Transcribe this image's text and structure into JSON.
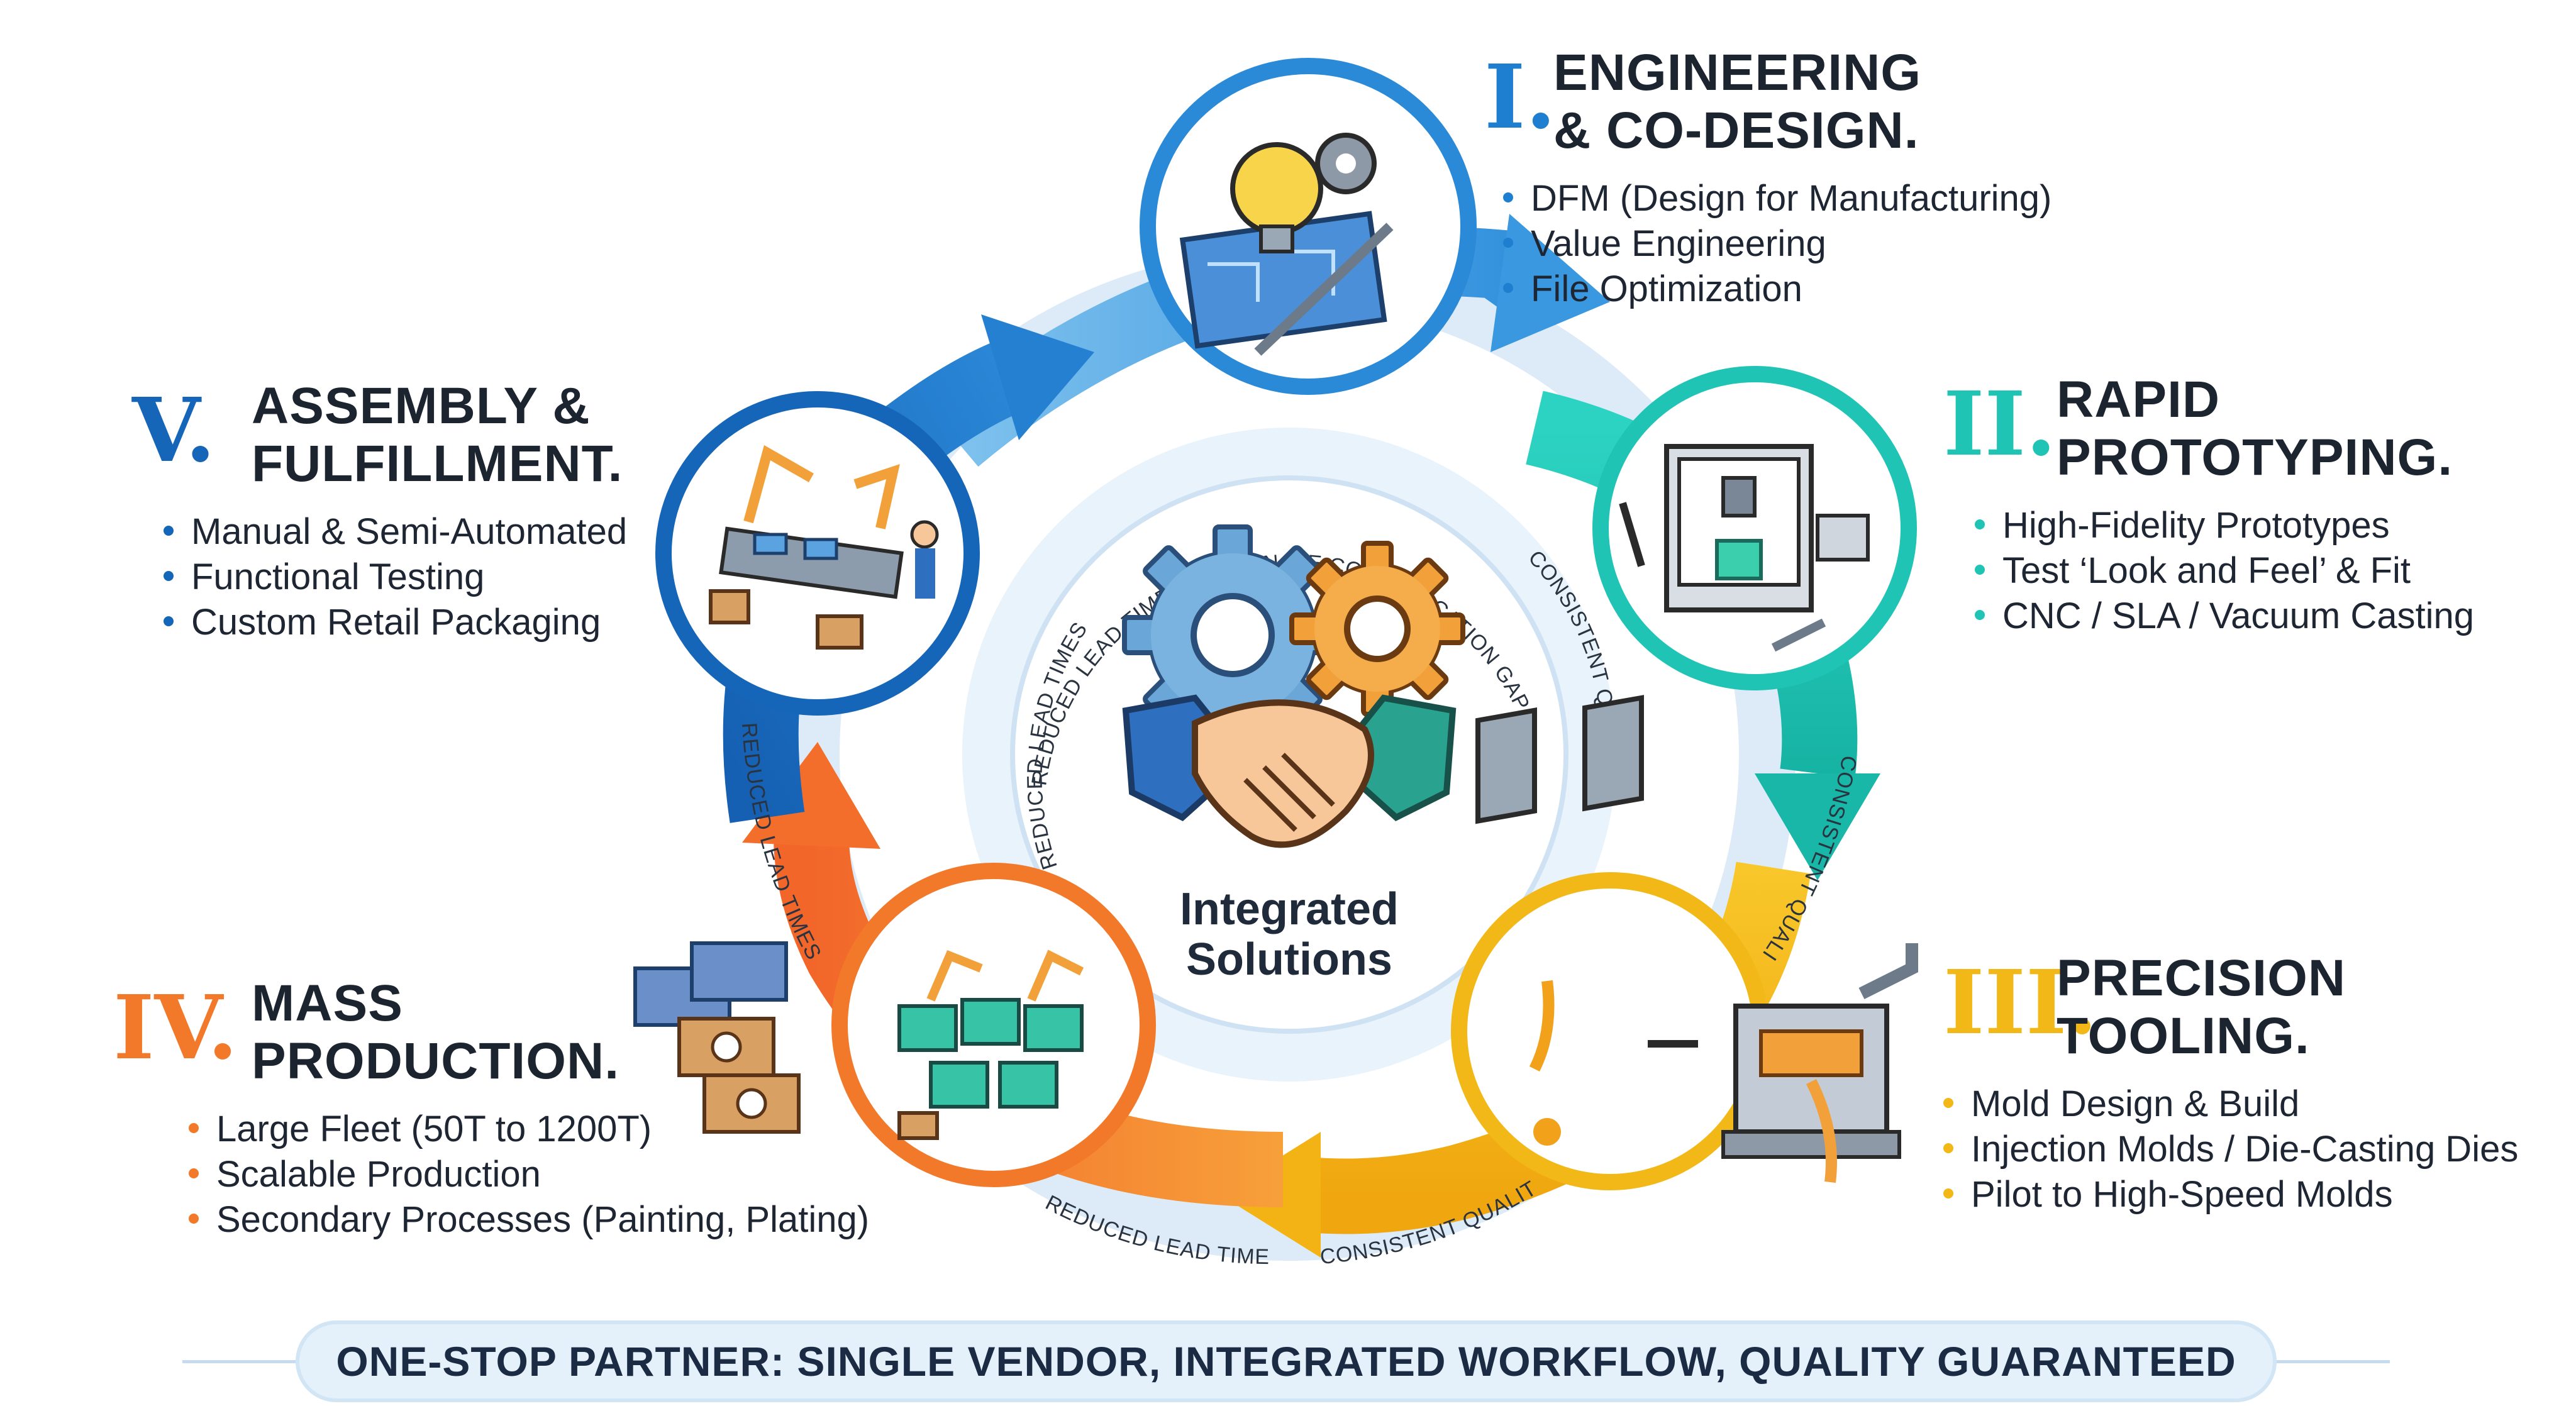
{
  "center": {
    "label_line1": "Integrated",
    "label_line2": "Solutions",
    "ring_text_1": "REDUCED LEAD TIMES",
    "ring_text_2": "ELIMINATE COMMUNICATION GAPS",
    "ring_text_3": "CONSISTENT QUALITY",
    "ring_text_4": "REDUCED LEAD TIMES"
  },
  "cycle_labels": {
    "left": "REDUCED LEAD TIMES",
    "right": "CONSISTENT QUALITY",
    "bottom_left": "REDUCED LEAD TIMES",
    "bottom_right": "CONSISTENT QUALITY"
  },
  "phases": [
    {
      "numeral": "I.",
      "title_line1": "ENGINEERING",
      "title_line2": "& CO-DESIGN.",
      "items": [
        "DFM (Design for Manufacturing)",
        "Value Engineering",
        "File Optimization"
      ],
      "color": "#1e7fd0",
      "icon": "blueprint-lightbulb-gear-icon"
    },
    {
      "numeral": "II.",
      "title_line1": "RAPID",
      "title_line2": "PROTOTYPING.",
      "items": [
        "High-Fidelity Prototypes",
        "Test ‘Look and Feel’ & Fit",
        "CNC / SLA / Vacuum Casting"
      ],
      "color": "#1fc4b4",
      "icon": "3d-printer-icon"
    },
    {
      "numeral": "III.",
      "title_line1": "PRECISION",
      "title_line2": "TOOLING.",
      "items": [
        "Mold Design & Build",
        "Injection Molds / Die-Casting Dies",
        "Pilot to High-Speed Molds"
      ],
      "color": "#f2b818",
      "icon": "injection-mold-icon"
    },
    {
      "numeral": "IV.",
      "title_line1": "MASS",
      "title_line2": "PRODUCTION.",
      "items": [
        "Large Fleet (50T to 1200T)",
        "Scalable Production",
        "Secondary Processes (Painting, Plating)"
      ],
      "color": "#f2792a",
      "icon": "factory-machines-icon"
    },
    {
      "numeral": "V.",
      "title_line1": "ASSEMBLY &",
      "title_line2": "FULFILLMENT.",
      "items": [
        "Manual & Semi-Automated",
        "Functional Testing",
        "Custom Retail Packaging"
      ],
      "color": "#1565b8",
      "icon": "assembly-line-robot-icon"
    }
  ],
  "banner": {
    "text": "ONE-STOP PARTNER: SINGLE VENDOR, INTEGRATED WORKFLOW, QUALITY GUARANTEED"
  },
  "center_icon": "gears-handshake-icon"
}
